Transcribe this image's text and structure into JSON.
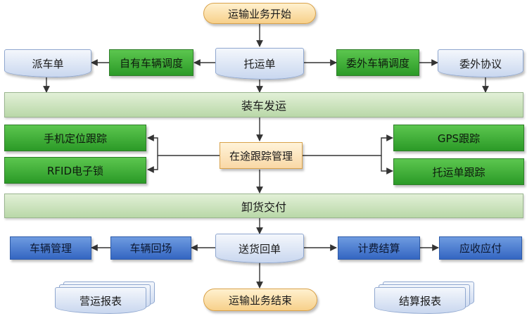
{
  "nodes": {
    "start": "运输业务开始",
    "dispatch_note": "派车单",
    "own_vehicle_dispatch": "自有车辆调度",
    "consignment_note": "托运单",
    "outsource_vehicle_dispatch": "委外车辆调度",
    "outsource_agreement": "委外协议",
    "loading_shipping": "装车发运",
    "mobile_tracking": "手机定位跟踪",
    "rfid_lock": "RFID电子锁",
    "in_transit_management": "在途跟踪管理",
    "gps_tracking": "GPS跟踪",
    "consignment_tracking": "托运单跟踪",
    "unloading_delivery": "卸货交付",
    "vehicle_management": "车辆管理",
    "vehicle_return": "车辆回场",
    "delivery_receipt": "送货回单",
    "billing_settlement": "计费结算",
    "receivables_payables": "应收应付",
    "operation_report": "营运报表",
    "end": "运输业务结束",
    "settlement_report": "结算报表"
  },
  "colors": {
    "arrow": "#333333",
    "pill": "#f7d08a",
    "green": "#2b9a27",
    "bar": "#c8e2b8",
    "doc": "#c9d7ef",
    "blue": "#3466c2"
  }
}
